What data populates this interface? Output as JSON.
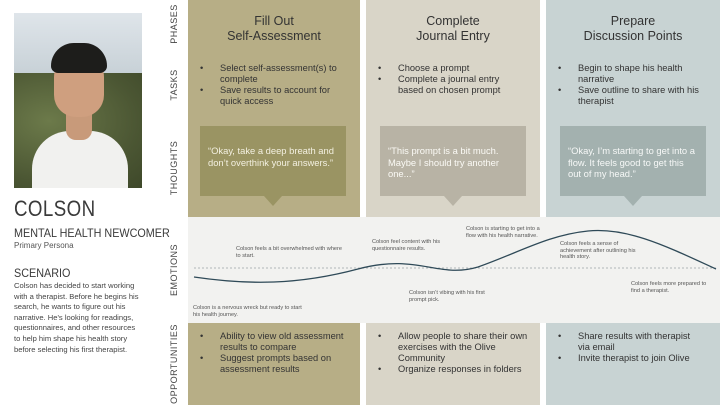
{
  "persona": {
    "name": "COLSON",
    "role": "MENTAL HEALTH NEWCOMER",
    "subtitle": "Primary Persona",
    "scenario_heading": "SCENARIO",
    "scenario_text": "Colson has decided  to start working with a therapist. Before he begins his search, he wants to figure out his narrative. He's looking for readings, questionnaires, and other resources to help him shape his health story before selecting his first therapist."
  },
  "row_labels": {
    "phases": "PHASES",
    "tasks": "TASKS",
    "thoughts": "THOUGHTS",
    "emotions": "EMOTIONS",
    "opportunities": "OPPORTUNITIES"
  },
  "columns": [
    {
      "phase_line1": "Fill Out",
      "phase_line2": "Self-Assessment",
      "tasks": [
        "Select self-assessment(s) to complete",
        "Save results to account for quick access"
      ],
      "thought": "“Okay, take a deep breath and don’t overthink your answers.”",
      "opportunities": [
        "Ability to view old assessment results to compare",
        "Suggest prompts based on assessment results"
      ]
    },
    {
      "phase_line1": "Complete",
      "phase_line2": "Journal Entry",
      "tasks": [
        "Choose a prompt",
        "Complete a journal entry based on chosen prompt"
      ],
      "thought": "“This prompt is a bit much. Maybe I should try another one...”",
      "opportunities": [
        "Allow people to share their own exercises with the Olive Community",
        "Organize responses in folders"
      ]
    },
    {
      "phase_line1": "Prepare",
      "phase_line2": "Discussion Points",
      "tasks": [
        "Begin to shape his health narrative",
        "Save outline to share with his therapist"
      ],
      "thought": "“Okay, I’m starting to get into a flow. It feels good to get this out of my head.”",
      "opportunities": [
        "Share results with therapist via email",
        "Invite therapist to join Olive"
      ]
    }
  ],
  "emotions": {
    "e1": "Colson feels a bit overwhelmed with where to start.",
    "e2": "Colson is a nervous wreck but ready to start his health journey.",
    "e3": "Colson feel content with his questionnaire results.",
    "e4": "Colson isn’t vibing with his first prompt pick.",
    "e5": "Colson is starting to get into a flow with his health narrative.",
    "e6": "Colson feels a sense of achievement after outlining his health story.",
    "e7": "Colson feels more prepared to find a therapist."
  },
  "colors": {
    "col1": "#b7ae86",
    "col2": "#d9d5c8",
    "col3": "#c8d3d3",
    "thought1": "#9a9463",
    "thought2": "#b8b3a5",
    "thought3": "#a3b1af",
    "curve": "#2f4a58"
  }
}
